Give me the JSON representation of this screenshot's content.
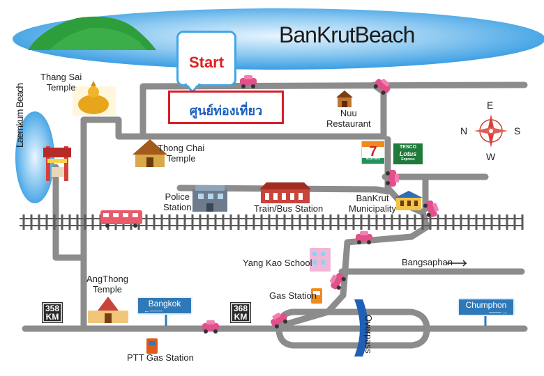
{
  "title": "BanKrutBeach",
  "start": {
    "label": "Start"
  },
  "info_center": {
    "label": "ศูนย์ท่องเที่ยว"
  },
  "beach_side": {
    "label": "Laemkum Beach"
  },
  "places": {
    "thang_sai_temple": "Thang Sai\nTemple",
    "nuu_restaurant": "Nuu\nRestaurant",
    "thong_chai_temple": "Thong Chai\nTemple",
    "police_station": "Police\nStation",
    "train_bus_station": "Train/Bus Station",
    "bankrut_municipality": "BanKrut\nMunicipality",
    "yang_kao_school": "Yang Kao School",
    "bangsaphan": "Bangsaphan",
    "ang_thong_temple": "AngThong\nTemple",
    "gas_station": "Gas Station",
    "ptt_gas_station": "PTT Gas Station",
    "overpass": "Overpass"
  },
  "road_signs": {
    "km_left": {
      "number": "358",
      "unit": "KM"
    },
    "km_right": {
      "number": "368",
      "unit": "KM"
    },
    "bangkok": "Bangkok",
    "chumphon": "Chumphon"
  },
  "shops": {
    "seven_eleven": "ELEVEN",
    "tesco_lotus": {
      "line1": "TESCO",
      "line2": "Lotus",
      "line3": "Express"
    }
  },
  "compass": {
    "north": "N",
    "south": "S",
    "east": "E",
    "west": "W"
  },
  "colors": {
    "road": "#8c8c8c",
    "rail": "#5a5a5a",
    "sea": "#4aa6e6",
    "island": "#2e9e3c",
    "start_border": "#3fa7e8",
    "start_text": "#e02020",
    "info_border": "#d71e28",
    "info_text": "#1b5fc1",
    "car": "#e0508a",
    "sign_blue": "#2f79b8",
    "km_sign": "#2a2a2a"
  }
}
